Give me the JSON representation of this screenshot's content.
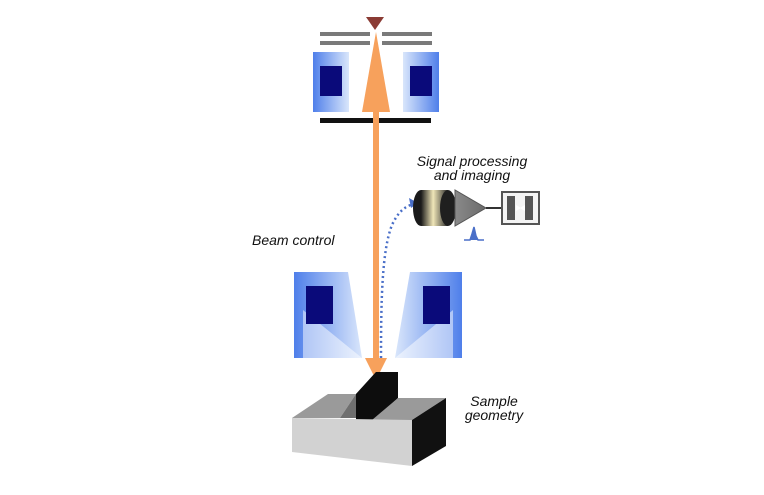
{
  "labels": {
    "signal_line1": "Signal processing",
    "signal_line2": "and imaging",
    "beam_control": "Beam control",
    "sample_line1": "Sample",
    "sample_line2": "geometry"
  },
  "colors": {
    "beam": "#f7a15c",
    "lens_outer": "#6f98f0",
    "lens_inner": "#0a0a7a",
    "signal_dots": "#4a6fc8",
    "background": "#ffffff"
  }
}
